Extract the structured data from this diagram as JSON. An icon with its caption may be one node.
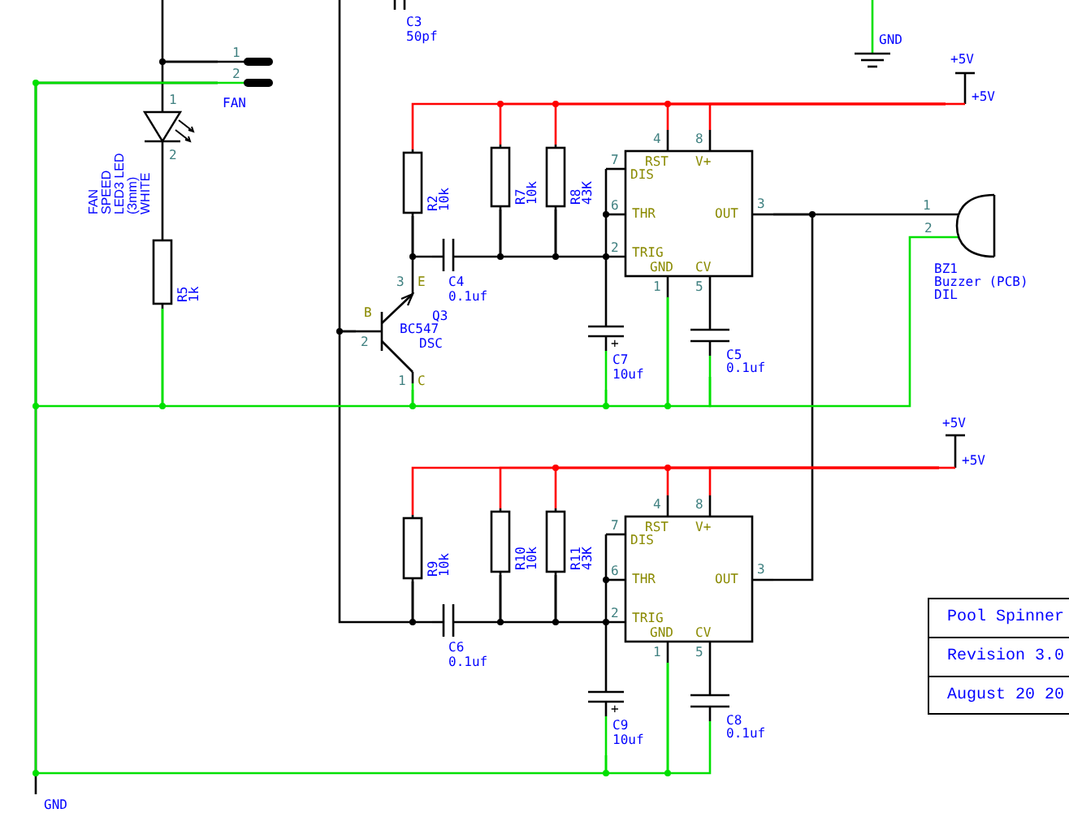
{
  "diagram": {
    "nodes": [
      {
        "text": [
          "C3",
          "50pf"
        ]
      },
      {
        "text": [
          "GND"
        ]
      },
      {
        "text": [
          "+5V",
          "+5V"
        ]
      },
      {
        "text": [
          "1",
          "2",
          "FAN"
        ]
      },
      {
        "text": [
          "1",
          "2",
          "FAN SPEED LED3 LED (3mm) WHITE"
        ]
      },
      {
        "text": [
          "R5",
          "1k"
        ]
      },
      {
        "text": [
          "3",
          "E",
          "B",
          "2",
          "Q3",
          "BC547",
          "DSC",
          "1",
          "C"
        ]
      },
      {
        "text": [
          "R2",
          "10k"
        ]
      },
      {
        "text": [
          "R7",
          "10k"
        ]
      },
      {
        "text": [
          "R8",
          "43K"
        ]
      },
      {
        "text": [
          "C4",
          "0.1uf"
        ]
      },
      {
        "text": [
          "4",
          "8",
          "7",
          "RST",
          "V+",
          "DIS",
          "6",
          "THR",
          "OUT",
          "3",
          "2",
          "TRIG",
          "GND",
          "CV",
          "1",
          "5"
        ]
      },
      {
        "text": [
          "+",
          "C7",
          "10uf"
        ]
      },
      {
        "text": [
          "C5",
          "0.1uf"
        ]
      },
      {
        "text": [
          "1",
          "2",
          "BZ1",
          "Buzzer (PCB)",
          "DIL"
        ]
      },
      {
        "text": [
          "+5V",
          "+5V"
        ]
      },
      {
        "text": [
          "R9",
          "10k"
        ]
      },
      {
        "text": [
          "R10",
          "10k"
        ]
      },
      {
        "text": [
          "R11",
          "43K"
        ]
      },
      {
        "text": [
          "C6",
          "0.1uf"
        ]
      },
      {
        "text": [
          "4",
          "8",
          "7",
          "RST",
          "V+",
          "DIS",
          "6",
          "THR",
          "OUT",
          "3",
          "2",
          "TRIG",
          "GND",
          "CV",
          "1",
          "5"
        ]
      },
      {
        "text": [
          "+",
          "C9",
          "10uf"
        ]
      },
      {
        "text": [
          "C8",
          "0.1uf"
        ]
      },
      {
        "text": [
          "GND"
        ]
      }
    ],
    "edges": [
      {
        "from": null,
        "to": 1,
        "arrow": "none",
        "color": "#00e000"
      },
      {
        "from": null,
        "to": 3,
        "arrow": "none"
      },
      {
        "from": 3,
        "to": 4,
        "arrow": "none"
      },
      {
        "from": 4,
        "to": 5,
        "arrow": "none"
      },
      {
        "from": 2,
        "to": 7,
        "arrow": "none",
        "color": "#ff0000"
      },
      {
        "from": 2,
        "to": 8,
        "arrow": "none",
        "color": "#ff0000"
      },
      {
        "from": 2,
        "to": 9,
        "arrow": "none",
        "color": "#ff0000"
      },
      {
        "from": 2,
        "to": 11,
        "arrow": "none",
        "color": "#ff0000"
      },
      {
        "from": 2,
        "to": 11,
        "arrow": "none",
        "color": "#ff0000"
      },
      {
        "from": 7,
        "to": 10,
        "arrow": "none"
      },
      {
        "from": 7,
        "to": 6,
        "arrow": "none"
      },
      {
        "from": 10,
        "to": 8,
        "arrow": "none"
      },
      {
        "from": 8,
        "to": 9,
        "arrow": "none"
      },
      {
        "from": 9,
        "to": 11,
        "arrow": "none"
      },
      {
        "from": 11,
        "to": 12,
        "arrow": "none"
      },
      {
        "from": 11,
        "to": 13,
        "arrow": "none"
      },
      {
        "from": 11,
        "to": 14,
        "arrow": "none"
      },
      {
        "from": 11,
        "to": 20,
        "arrow": "none"
      },
      {
        "from": 3,
        "to": 5,
        "arrow": "none",
        "color": "#00e000"
      },
      {
        "from": 5,
        "to": 6,
        "arrow": "none",
        "color": "#00e000"
      },
      {
        "from": 6,
        "to": 12,
        "arrow": "none",
        "color": "#00e000"
      },
      {
        "from": 12,
        "to": 11,
        "arrow": "none",
        "color": "#00e000"
      },
      {
        "from": 11,
        "to": 13,
        "arrow": "none",
        "color": "#00e000"
      },
      {
        "from": 13,
        "to": 14,
        "arrow": "none",
        "color": "#00e000"
      },
      {
        "from": null,
        "to": 6,
        "arrow": "none"
      },
      {
        "from": 6,
        "to": 16,
        "arrow": "none"
      },
      {
        "from": 15,
        "to": 16,
        "arrow": "none",
        "color": "#ff0000"
      },
      {
        "from": 15,
        "to": 17,
        "arrow": "none",
        "color": "#ff0000"
      },
      {
        "from": 15,
        "to": 18,
        "arrow": "none",
        "color": "#ff0000"
      },
      {
        "from": 15,
        "to": 20,
        "arrow": "none",
        "color": "#ff0000"
      },
      {
        "from": 15,
        "to": 20,
        "arrow": "none",
        "color": "#ff0000"
      },
      {
        "from": 16,
        "to": 19,
        "arrow": "none"
      },
      {
        "from": 19,
        "to": 17,
        "arrow": "none"
      },
      {
        "from": 17,
        "to": 18,
        "arrow": "none"
      },
      {
        "from": 18,
        "to": 20,
        "arrow": "none"
      },
      {
        "from": 20,
        "to": 21,
        "arrow": "none"
      },
      {
        "from": 20,
        "to": 22,
        "arrow": "none"
      },
      {
        "from": 3,
        "to": 21,
        "arrow": "none",
        "color": "#00e000"
      },
      {
        "from": 21,
        "to": 20,
        "arrow": "none",
        "color": "#00e000"
      },
      {
        "from": 20,
        "to": 22,
        "arrow": "none",
        "color": "#00e000"
      },
      {
        "from": 3,
        "to": 23,
        "arrow": "none"
      }
    ],
    "labels": [
      "Pool Spinner",
      "Revision 3.0",
      "August 20 20"
    ]
  }
}
